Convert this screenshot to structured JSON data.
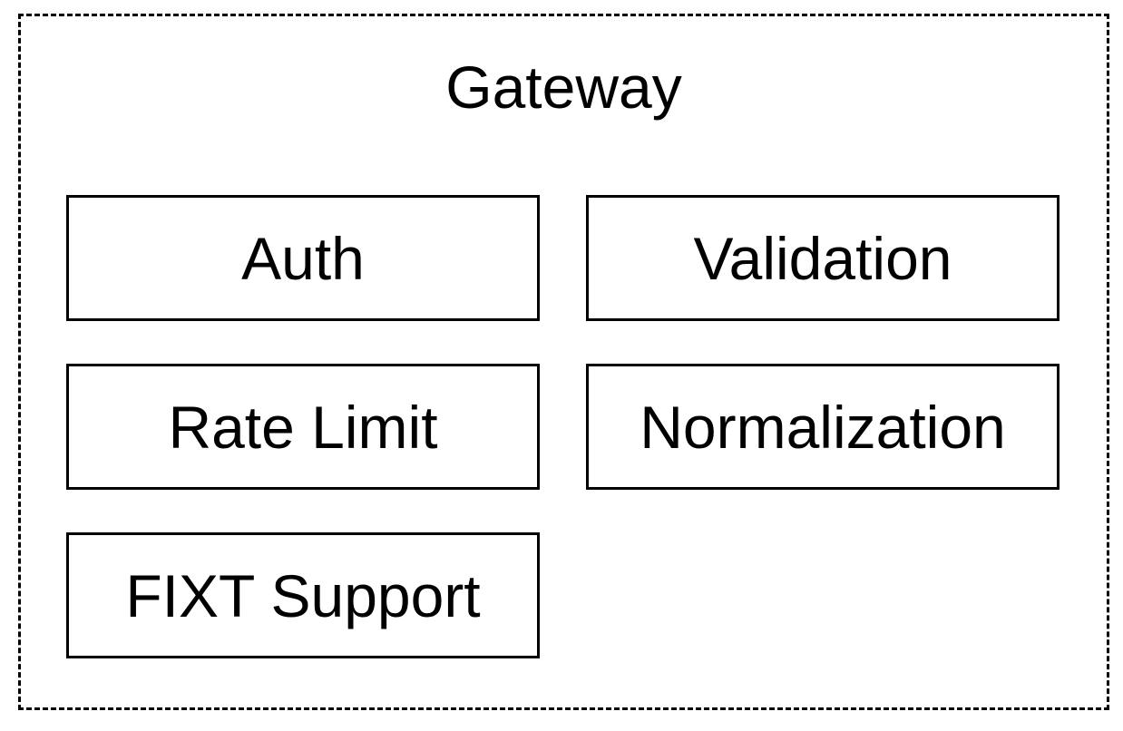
{
  "diagram": {
    "container": {
      "title": "Gateway"
    },
    "modules": [
      {
        "label": "Auth"
      },
      {
        "label": "Validation"
      },
      {
        "label": "Rate Limit"
      },
      {
        "label": "Normalization"
      },
      {
        "label": "FIXT Support"
      }
    ]
  }
}
